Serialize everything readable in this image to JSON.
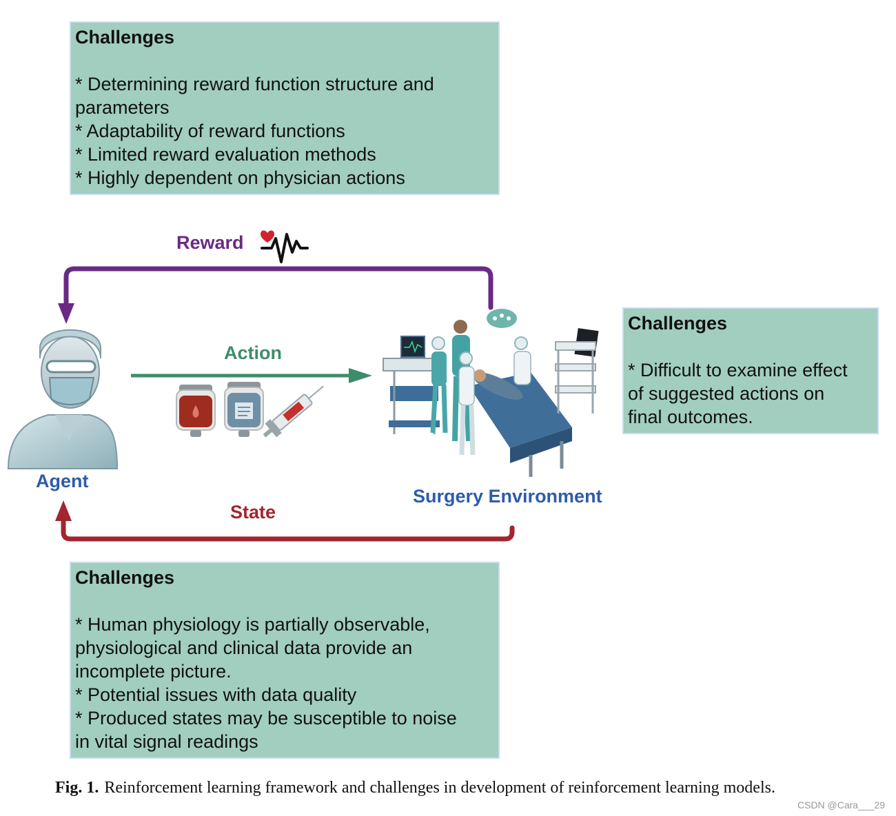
{
  "reward_challenges": {
    "title": "Challenges",
    "items": [
      "* Determining reward function structure and",
      "parameters",
      "* Adaptability of reward functions",
      "* Limited reward evaluation methods",
      "* Highly dependent on physician actions"
    ]
  },
  "action_challenges": {
    "title": "Challenges",
    "items": [
      "* Difficult to examine effect",
      "of suggested actions on",
      "final outcomes."
    ]
  },
  "state_challenges": {
    "title": "Challenges",
    "items": [
      "* Human physiology is partially observable,",
      "physiological and clinical data provide an",
      "incomplete picture.",
      "* Potential issues with data quality",
      "* Produced states may be susceptible to noise",
      "in vital signal readings"
    ]
  },
  "diagram": {
    "reward_label": "Reward",
    "action_label": "Action",
    "state_label": "State",
    "agent_label": "Agent",
    "environment_label": "Surgery Environment",
    "icons": [
      "heartbeat-icon",
      "blood-bag-icon",
      "iv-bag-icon",
      "syringe-icon",
      "agent-avatar-icon",
      "surgery-scene-icon"
    ]
  },
  "colors": {
    "reward": "#6a2a84",
    "action": "#3e8c6a",
    "state": "#a3252f",
    "node_label": "#2e5caa",
    "box_fill": "#a1cebf"
  },
  "caption": {
    "label": "Fig. 1.",
    "text": "Reinforcement learning framework and challenges in development of reinforcement learning models."
  },
  "watermark": "CSDN @Cara___29"
}
